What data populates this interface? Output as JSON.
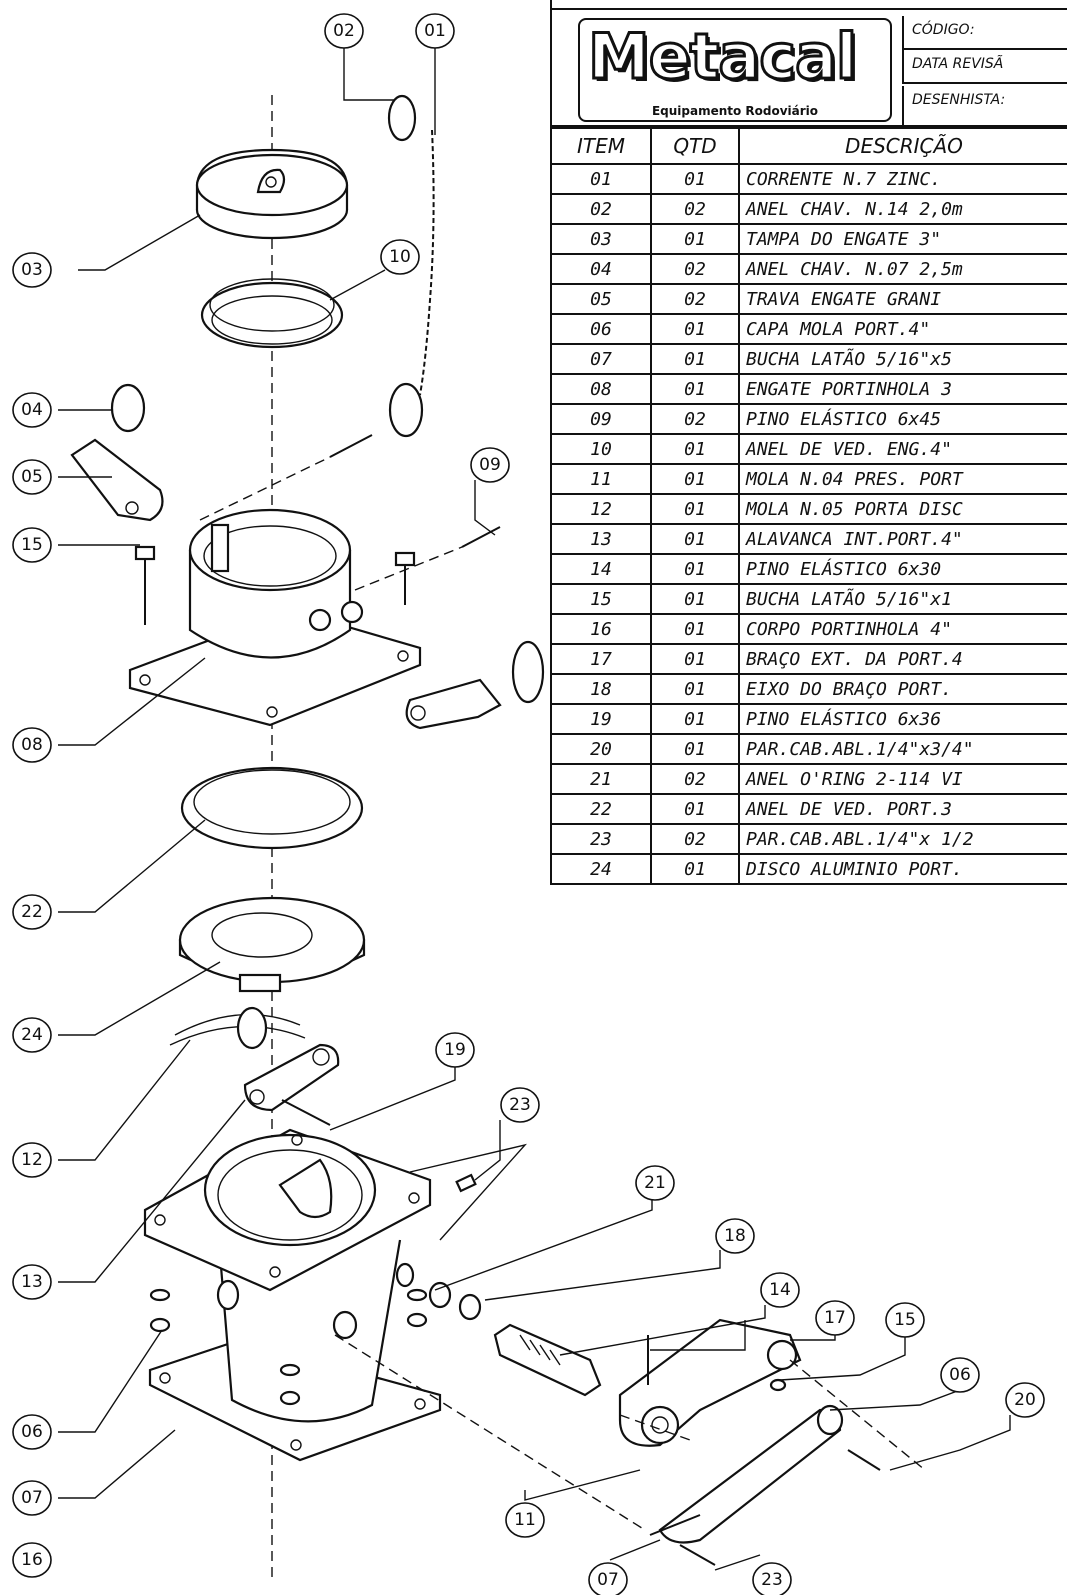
{
  "title_block": {
    "logo_text": "Metacal",
    "logo_subtitle": "Equipamento Rodoviário",
    "fields": [
      "CÓDIGO:",
      "DATA REVISÃ",
      "DESENHISTA:"
    ]
  },
  "parts_list": {
    "headers": [
      "ITEM",
      "QTD",
      "DESCRIÇÃO"
    ],
    "rows": [
      {
        "item": "01",
        "qtd": "01",
        "desc": "CORRENTE N.7  ZINC."
      },
      {
        "item": "02",
        "qtd": "02",
        "desc": "ANEL CHAV. N.14 2,0m"
      },
      {
        "item": "03",
        "qtd": "01",
        "desc": "TAMPA DO ENGATE 3\""
      },
      {
        "item": "04",
        "qtd": "02",
        "desc": "ANEL CHAV. N.07 2,5m"
      },
      {
        "item": "05",
        "qtd": "02",
        "desc": "TRAVA ENGATE GRANI"
      },
      {
        "item": "06",
        "qtd": "01",
        "desc": "CAPA MOLA PORT.4\""
      },
      {
        "item": "07",
        "qtd": "01",
        "desc": "BUCHA LATÃO 5/16\"x5"
      },
      {
        "item": "08",
        "qtd": "01",
        "desc": "ENGATE PORTINHOLA 3"
      },
      {
        "item": "09",
        "qtd": "02",
        "desc": "PINO ELÁSTICO 6x45"
      },
      {
        "item": "10",
        "qtd": "01",
        "desc": "ANEL DE VED. ENG.4\""
      },
      {
        "item": "11",
        "qtd": "01",
        "desc": "MOLA N.04 PRES. PORT"
      },
      {
        "item": "12",
        "qtd": "01",
        "desc": "MOLA N.05 PORTA DISC"
      },
      {
        "item": "13",
        "qtd": "01",
        "desc": "ALAVANCA INT.PORT.4\""
      },
      {
        "item": "14",
        "qtd": "01",
        "desc": "PINO ELÁSTICO 6x30"
      },
      {
        "item": "15",
        "qtd": "01",
        "desc": "BUCHA LATÃO 5/16\"x1"
      },
      {
        "item": "16",
        "qtd": "01",
        "desc": "CORPO PORTINHOLA 4\""
      },
      {
        "item": "17",
        "qtd": "01",
        "desc": "BRAÇO EXT. DA PORT.4"
      },
      {
        "item": "18",
        "qtd": "01",
        "desc": "EIXO DO BRAÇO PORT."
      },
      {
        "item": "19",
        "qtd": "01",
        "desc": "PINO ELÁSTICO 6x36"
      },
      {
        "item": "20",
        "qtd": "01",
        "desc": "PAR.CAB.ABL.1/4\"x3/4\""
      },
      {
        "item": "21",
        "qtd": "02",
        "desc": "ANEL O'RING 2-114 VI"
      },
      {
        "item": "22",
        "qtd": "01",
        "desc": "ANEL DE VED. PORT.3"
      },
      {
        "item": "23",
        "qtd": "02",
        "desc": "PAR.CAB.ABL.1/4\"x 1/2"
      },
      {
        "item": "24",
        "qtd": "01",
        "desc": "DISCO ALUMINIO PORT."
      }
    ]
  },
  "callouts": [
    "02",
    "01",
    "03",
    "10",
    "04",
    "05",
    "09",
    "15",
    "08",
    "22",
    "24",
    "19",
    "12",
    "23",
    "13",
    "21",
    "18",
    "06",
    "14",
    "17",
    "07",
    "15",
    "06",
    "20",
    "16",
    "11",
    "07",
    "23"
  ]
}
